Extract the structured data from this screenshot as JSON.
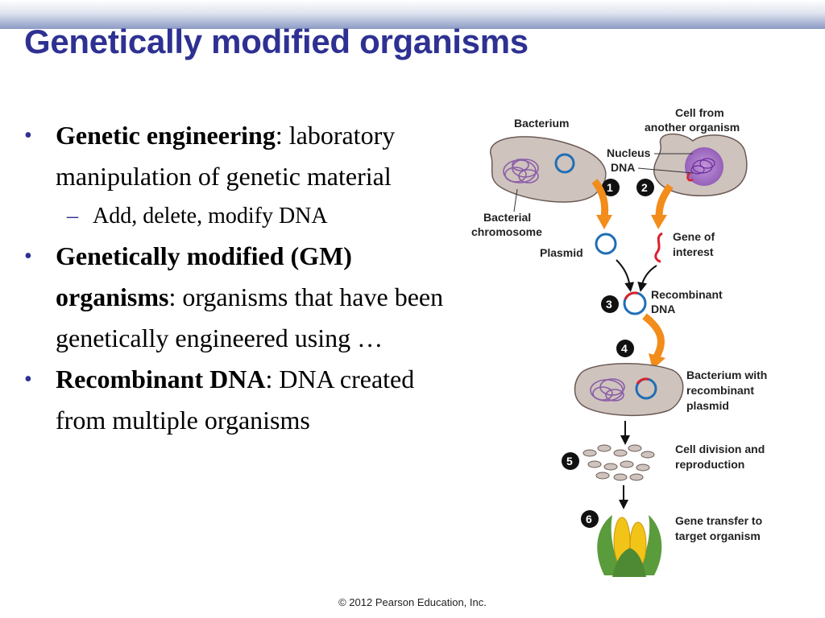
{
  "slide": {
    "title": "Genetically modified organisms",
    "copyright": "© 2012 Pearson Education, Inc."
  },
  "bullets": [
    {
      "term": "Genetic engineering",
      "sep": ":",
      "text": " laboratory manipulation of genetic material",
      "sub": [
        "Add, delete, modify DNA"
      ]
    },
    {
      "term": "Genetically modified (GM) organisms",
      "sep": ":",
      "text": " organisms that have been genetically engineered using …"
    },
    {
      "term": "Recombinant DNA",
      "sep": ":",
      "text": " DNA created from multiple organisms"
    }
  ],
  "diagram": {
    "labels": {
      "bacterium": "Bacterium",
      "cell_from_line1": "Cell from",
      "cell_from_line2": "another organism",
      "nucleus": "Nucleus",
      "dna": "DNA",
      "bact_chrom_line1": "Bacterial",
      "bact_chrom_line2": "chromosome",
      "plasmid": "Plasmid",
      "gene_line1": "Gene of",
      "gene_line2": "interest",
      "recomb_line1": "Recombinant",
      "recomb_line2": "DNA",
      "bwr_line1": "Bacterium with",
      "bwr_line2": "recombinant",
      "bwr_line3": "plasmid",
      "cd_line1": "Cell division and",
      "cd_line2": "reproduction",
      "gt_line1": "Gene transfer to",
      "gt_line2": "target organism"
    },
    "steps": [
      "1",
      "2",
      "3",
      "4",
      "5",
      "6"
    ],
    "colors": {
      "cell_fill": "#cfc3bd",
      "cell_stroke": "#6b5a55",
      "plasmid": "#1f6fb6",
      "gene": "#d9232e",
      "arrow_orange": "#f28c1b",
      "chromosome": "#8a5ea8",
      "nucleus": "#a678c8"
    }
  }
}
